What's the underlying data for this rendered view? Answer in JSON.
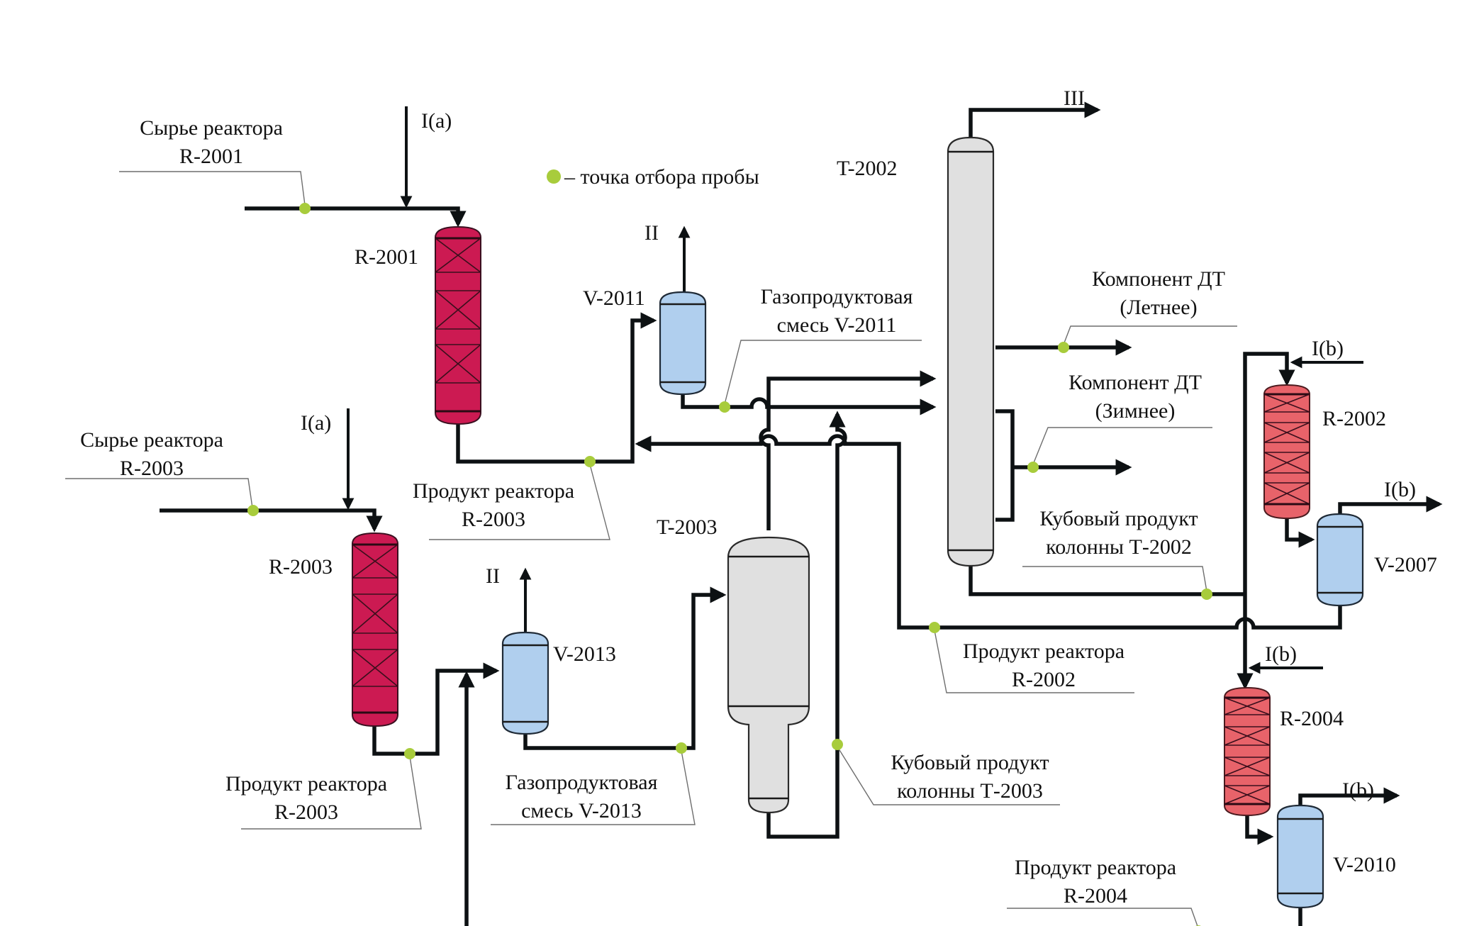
{
  "diagram": {
    "title": "Technological scheme of hydroprocessing unit with sampling points",
    "legend": {
      "sample_point_label": "– точка отбора пробы",
      "sample_point_color": "#a8cc3c"
    },
    "equipment": {
      "r2001": "R-2001",
      "r2002": "R-2002",
      "r2003": "R-2003",
      "r2004": "R-2004",
      "v2007": "V-2007",
      "v2010": "V-2010",
      "v2011": "V-2011",
      "v2013": "V-2013",
      "t2002": "T-2002",
      "t2003": "T-2003"
    },
    "equipment_colors": {
      "reactor_stage1": "#cc1a52",
      "reactor_stage2": "#e8636a",
      "separator": "#b0cfee",
      "column": "#e0e0e0"
    },
    "streams": {
      "i_a_top": "I(a)",
      "i_a_bottom": "I(a)",
      "ii_v2011": "II",
      "ii_v2013": "II",
      "iii_t2002": "III",
      "i_b_r2002_in": "I(b)",
      "i_b_v2007_out": "I(b)",
      "i_b_r2004_in": "I(b)",
      "i_b_v2010_out": "I(b)"
    },
    "sample_labels": {
      "feed_r2001": [
        "Сырье реактора",
        "R-2001"
      ],
      "feed_r2003": [
        "Сырье реактора",
        "R-2003"
      ],
      "product_r2001_line": [
        "Продукт реактора",
        "R-2003"
      ],
      "product_r2003": [
        "Продукт реактора",
        "R-2003"
      ],
      "gas_v2011": [
        "Газопродуктовая",
        "смесь V-2011"
      ],
      "gas_v2013": [
        "Газопродуктовая",
        "смесь V-2013"
      ],
      "dt_summer": [
        "Компонент ДТ",
        "(Летнее)"
      ],
      "dt_winter": [
        "Компонент ДТ",
        "(Зимнее)"
      ],
      "bottoms_t2002": [
        "Кубовый продукт",
        "колонны Т-2002"
      ],
      "bottoms_t2003": [
        "Кубовый продукт",
        "колонны Т-2003"
      ],
      "product_r2002": [
        "Продукт реактора",
        "R-2002"
      ],
      "product_r2004": [
        "Продукт реактора",
        "R-2004"
      ]
    }
  }
}
